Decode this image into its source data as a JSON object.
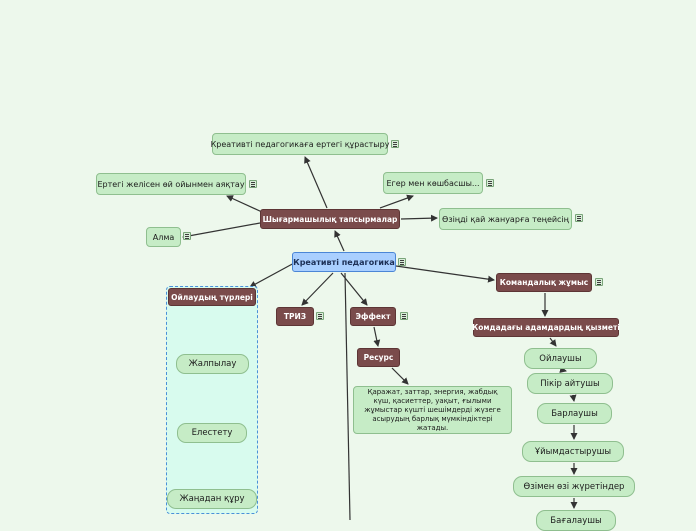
{
  "root": {
    "label": "Креативті педагогика"
  },
  "tasks": {
    "label": "Шығармашылық тапсырмалар",
    "children": [
      "Креативті педагогикаға ертегі құрастыру",
      "Ертегі желісен өй ойынмен аяқтау",
      "Егер мен көшбасшы...",
      "Өзіңді қай жануарға теңейсің",
      "Алма"
    ]
  },
  "thinking": {
    "label": "Ойлаудың түрлері",
    "children": [
      "Жалпылау",
      "Елестету",
      "Жаңадан құру"
    ]
  },
  "triz": {
    "label": "ТРИЗ"
  },
  "effect": {
    "label": "Эффект"
  },
  "resource": {
    "label": "Ресурс",
    "description": "Қаражат, заттар, энергия, жабдық күш, қасиеттер, уақыт, ғылыми жұмыстар күшті шешімдерді жүзеге асырудың барлық мүмкіндіктері жатады."
  },
  "teamwork": {
    "label": "Командалық жұмыс"
  },
  "team_roles": {
    "label": "Комдадағы адамдардың қызметі",
    "children": [
      "Ойлаушы",
      "Пікір айтушы",
      "Барлаушы",
      "Ұйымдастырушы",
      "Өзімен өзі жүретіндер",
      "Бағалаушы"
    ]
  },
  "icons": {
    "note": "note-icon"
  },
  "colors": {
    "background": "#edf8ec",
    "green_node": "#c6ecc6",
    "brown_node": "#7a4b4b",
    "root_node": "#a9cfff",
    "group_box": "#d8fbee",
    "group_border": "#4a90d9",
    "connector": "#333333"
  }
}
